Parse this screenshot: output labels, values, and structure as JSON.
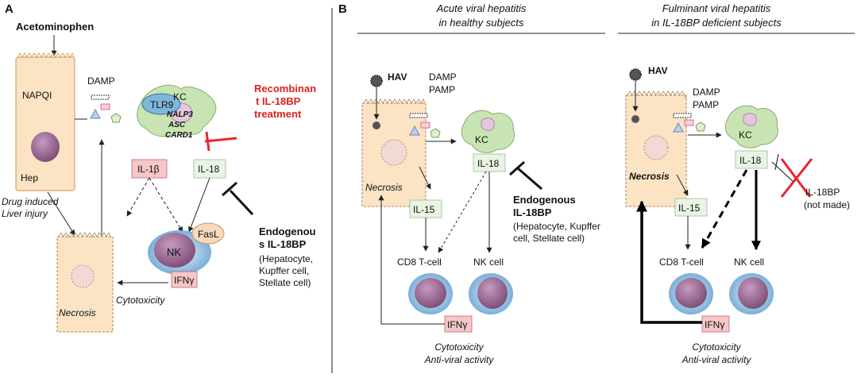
{
  "panel_a": {
    "letter": "A",
    "acetominophen": "Acetominophen",
    "napqi": "NAPQI",
    "hep": "Hep",
    "damp": "DAMP",
    "kc": "KC",
    "tlr9": "TLR9",
    "nalp3": "NALP3",
    "asc": "ASC",
    "card1": "CARD1",
    "recombinant_l1": "Recombinan",
    "recombinant_l2": "t IL-18BP",
    "recombinant_l3": "treatment",
    "il1b": "IL-1β",
    "il18": "IL-18",
    "drug_l1": "Drug induced",
    "drug_l2": "Liver injury",
    "nk": "NK",
    "fasl": "FasL",
    "endo_l1": "Endogenou",
    "endo_l2": "s IL-18BP",
    "endo_l3": "(Hepatocyte,",
    "endo_l4": "Kupffer cell,",
    "endo_l5": "Stellate cell)",
    "ifng": "IFNγ",
    "necrosis": "Necrosis",
    "cytotoxicity": "Cytotoxicity"
  },
  "panel_b": {
    "letter": "B",
    "acute_l1": "Acute viral hepatitis",
    "acute_l2": "in healthy subjects",
    "fulminant_l1": "Fulminant viral hepatitis",
    "fulminant_l2": "in IL-18BP deficient subjects",
    "hav": "HAV",
    "damp": "DAMP",
    "pamp": "PAMP",
    "kc": "KC",
    "il18": "IL-18",
    "necrosis": "Necrosis",
    "il15": "IL-15",
    "endo_l1": "Endogenous",
    "endo_l2": "IL-18BP",
    "endo_l3": "(Hepatocyte, Kupffer",
    "endo_l4": "cell, Stellate cell)",
    "cd8": "CD8 T-cell",
    "nkcell": "NK cell",
    "ifng": "IFNγ",
    "cyto": "Cytotoxicity",
    "antiviral": "Anti-viral activity",
    "il18bp": "IL-18BP",
    "not_made": "(not made)"
  },
  "colors": {
    "hepatocyte_fill": "#fbe3c4",
    "hepatocyte_stroke": "#d9a36b",
    "nucleus": "#8a5a80",
    "kc_fill": "#c9e4b3",
    "tlr9_fill": "#7fb6dc",
    "cytokine_red_fill": "#f5c7c6",
    "cytokine_green_fill": "#eaf4e4",
    "inhibit_red": "#e8262a",
    "text_red": "#e02020"
  }
}
